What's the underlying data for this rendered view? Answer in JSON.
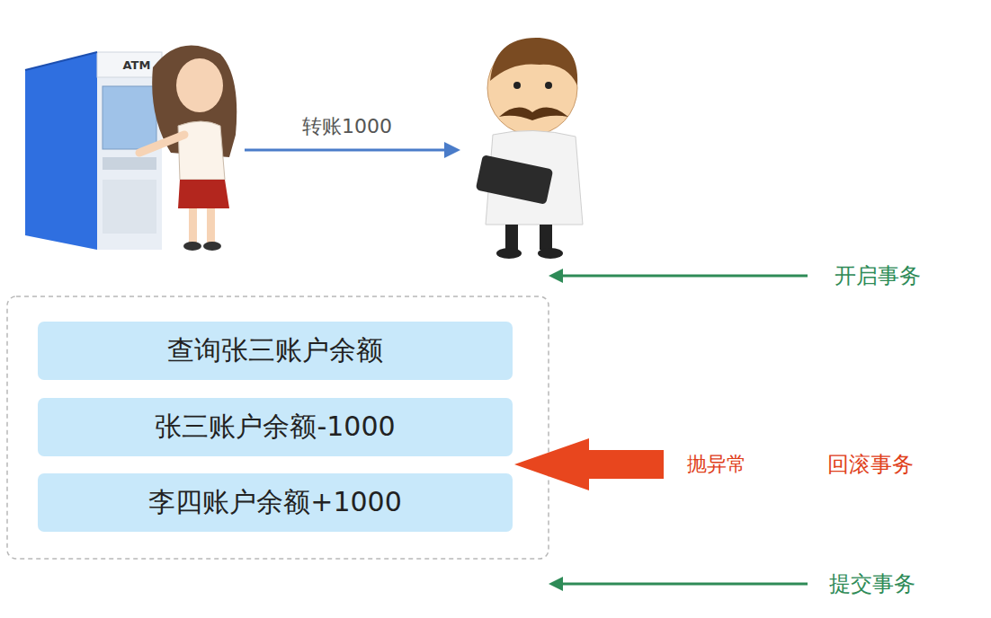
{
  "diagram": {
    "nodes": [
      {
        "text": [
          "查询张三账户余额"
        ]
      },
      {
        "text": [
          "张三账户余额-1000"
        ]
      },
      {
        "text": [
          "李四账户余额+1000"
        ]
      }
    ],
    "labels": [
      "ATM",
      "转账1000",
      "开启事务",
      "抛异常",
      "回滚事务",
      "提交事务"
    ]
  }
}
